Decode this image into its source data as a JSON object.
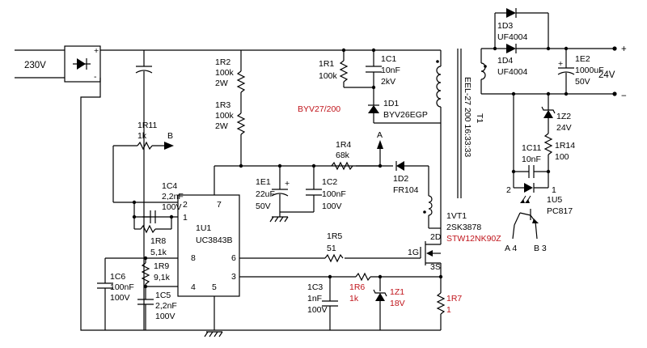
{
  "input": {
    "voltage": "230V"
  },
  "output": {
    "voltage": "24V",
    "plus": "+",
    "minus": "−"
  },
  "components": {
    "r1": {
      "ref": "1R1",
      "val": "100k"
    },
    "c1": {
      "ref": "1C1",
      "val1": "10nF",
      "val2": "2kV"
    },
    "d1": {
      "ref": "1D1",
      "val": "BYV26EGP",
      "alt": "BYV27/200"
    },
    "r2": {
      "ref": "1R2",
      "val1": "100k",
      "val2": "2W"
    },
    "r3": {
      "ref": "1R3",
      "val1": "100k",
      "val2": "2W"
    },
    "r11": {
      "ref": "1R11",
      "val": "1k",
      "node": "B"
    },
    "r4": {
      "ref": "1R4",
      "val": "68k",
      "node": "A"
    },
    "d2": {
      "ref": "1D2",
      "val": "FR104"
    },
    "c4": {
      "ref": "1C4",
      "val1": "2,2nF",
      "val2": "100V"
    },
    "e1": {
      "ref": "1E1",
      "val1": "22uF",
      "val2": "50V"
    },
    "c2": {
      "ref": "1C2",
      "val1": "100nF",
      "val2": "100V"
    },
    "r8": {
      "ref": "1R8",
      "val": "5,1k"
    },
    "u1": {
      "ref": "1U1",
      "val": "UC3843B",
      "pins": {
        "p1": "1",
        "p2": "2",
        "p3": "3",
        "p4": "4",
        "p5": "5",
        "p6": "6",
        "p7": "7",
        "p8": "8"
      }
    },
    "r9": {
      "ref": "1R9",
      "val": "9,1k"
    },
    "c6": {
      "ref": "1C6",
      "val1": "100nF",
      "val2": "100V"
    },
    "c5": {
      "ref": "1C5",
      "val1": "2,2nF",
      "val2": "100V"
    },
    "r5": {
      "ref": "1R5",
      "val": "51"
    },
    "c3": {
      "ref": "1C3",
      "val1": "1nF",
      "val2": "100V"
    },
    "r6": {
      "ref": "1R6",
      "val": "1k"
    },
    "z1": {
      "ref": "1Z1",
      "val": "18V"
    },
    "r7": {
      "ref": "1R7",
      "val": "1"
    },
    "vt1": {
      "ref": "1VT1",
      "val": "2SK3878",
      "alt": "STW12NK90Z",
      "d": "2D",
      "g": "1G",
      "s": "3S"
    },
    "t1": {
      "ref": "T1",
      "desc": "EEL-27 200 16:33:33"
    },
    "d3": {
      "ref": "1D3",
      "val": "UF4004"
    },
    "d4": {
      "ref": "1D4",
      "val": "UF4004"
    },
    "e2": {
      "ref": "1E2",
      "val1": "1000uF",
      "val2": "50V"
    },
    "z2": {
      "ref": "1Z2",
      "val": "24V"
    },
    "c11": {
      "ref": "1C11",
      "val": "10nF"
    },
    "r14": {
      "ref": "1R14",
      "val": "100"
    },
    "u5": {
      "ref": "1U5",
      "val": "PC817",
      "pin1": "1",
      "pin2": "2",
      "a4": "A 4",
      "b3": "B 3"
    }
  },
  "colors": {
    "ink": "#000000",
    "alt": "#c0141b"
  }
}
